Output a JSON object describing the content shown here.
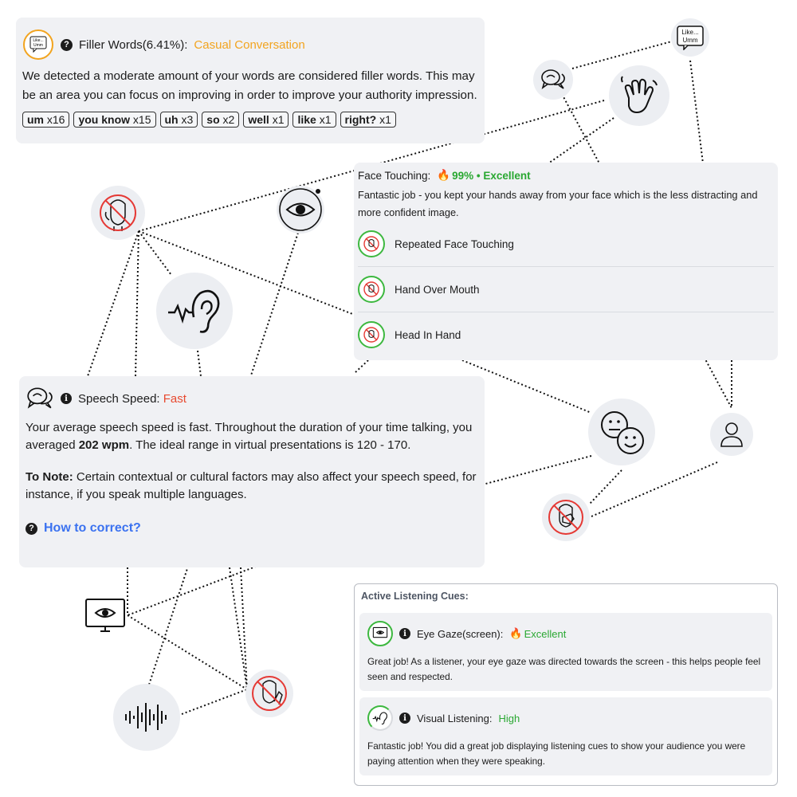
{
  "filler": {
    "badge_text": "Like...\nUmm",
    "title": "Filler Words(6.41%):",
    "rating": "Casual Conversation",
    "description": "We detected a moderate amount of your words are considered filler words. This may be an area you can focus on improving in order to improve your authority impression.",
    "chips": [
      {
        "word": "um",
        "count": "x16"
      },
      {
        "word": "you know",
        "count": "x15"
      },
      {
        "word": "uh",
        "count": "x3"
      },
      {
        "word": "so",
        "count": "x2"
      },
      {
        "word": "well",
        "count": "x1"
      },
      {
        "word": "like",
        "count": "x1"
      },
      {
        "word": "right?",
        "count": "x1"
      }
    ]
  },
  "face_touching": {
    "label": "Face Touching:",
    "score": "99% • Excellent",
    "description": "Fantastic job - you kept your hands away from your face which is the less distracting and more confident image.",
    "items": [
      "Repeated Face Touching",
      "Hand Over Mouth",
      "Head In Hand"
    ]
  },
  "speech": {
    "label": "Speech Speed:",
    "rating": "Fast",
    "p1_a": "Your average speech speed is fast. Throughout the duration of your time talking, you averaged ",
    "p1_bold": "202 wpm",
    "p1_b": ". The ideal range in virtual presentations is 120 - 170.",
    "p2_bold": "To Note:",
    "p2": " Certain contextual or cultural factors may also affect your speech speed, for instance, if you speak multiple languages.",
    "howto": "How to correct?"
  },
  "active_listening": {
    "title": "Active Listening Cues:",
    "eye_gaze": {
      "label": "Eye Gaze(screen):",
      "rating": "Excellent",
      "description": "Great job! As a listener, your eye gaze was directed towards the screen - this helps people feel seen and respected."
    },
    "visual": {
      "label": "Visual Listening:",
      "rating": "High",
      "description": "Fantastic job! You did a great job displaying listening cues to show your audience you were paying attention when they were speaking."
    }
  },
  "nodes": [
    "like-umm-icon",
    "speech-bubbles-icon",
    "waving-hand-icon",
    "no-face-touch-icon",
    "eye-icon",
    "ear-wave-icon",
    "emotions-icon",
    "person-icon",
    "hand-over-mouth-icon",
    "monitor-eye-icon",
    "audio-wave-icon",
    "head-in-hand-icon"
  ],
  "colors": {
    "orange": "#f2a41f",
    "red": "#e8492f",
    "green": "#2aa832",
    "blue": "#3b72f0",
    "node_bg": "#eceef2",
    "card_bg": "#f0f1f4"
  }
}
